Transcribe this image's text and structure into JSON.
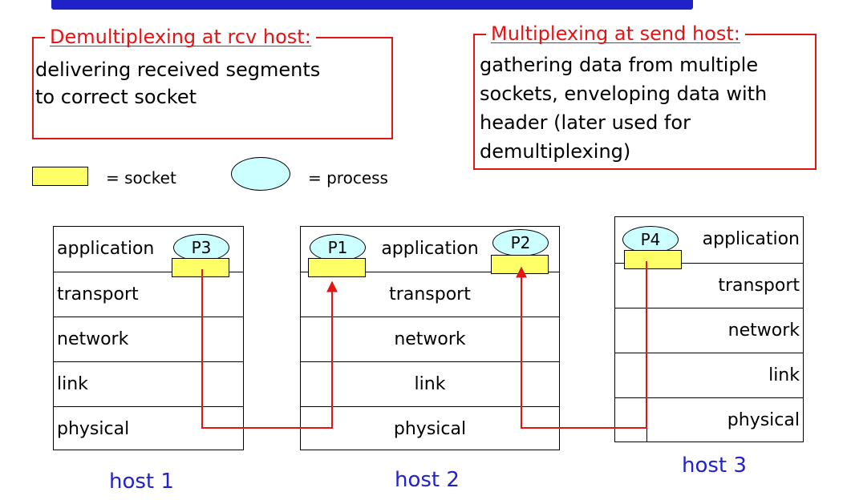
{
  "demux": {
    "label": "Demultiplexing at rcv host:",
    "lines": [
      "delivering received segments",
      "to correct socket"
    ]
  },
  "mux": {
    "label": "Multiplexing at send host:",
    "lines": [
      "gathering data from multiple",
      "sockets, enveloping data with",
      "header (later used for",
      "demultiplexing)"
    ]
  },
  "legend": {
    "socket": "= socket",
    "process": "= process"
  },
  "hosts": [
    {
      "name": "host 1",
      "layers": [
        "application",
        "transport",
        "network",
        "link",
        "physical"
      ],
      "processes": [
        "P3"
      ]
    },
    {
      "name": "host 2",
      "layers": [
        "application",
        "transport",
        "network",
        "link",
        "physical"
      ],
      "processes": [
        "P1",
        "P2"
      ]
    },
    {
      "name": "host 3",
      "layers": [
        "application",
        "transport",
        "network",
        "link",
        "physical"
      ],
      "processes": [
        "P4"
      ]
    }
  ],
  "colors": {
    "frame": "#e21414",
    "socket": "#ffff66",
    "process": "#ccffff",
    "host_label": "#2222cc",
    "title_strip": "#1e22c8"
  }
}
